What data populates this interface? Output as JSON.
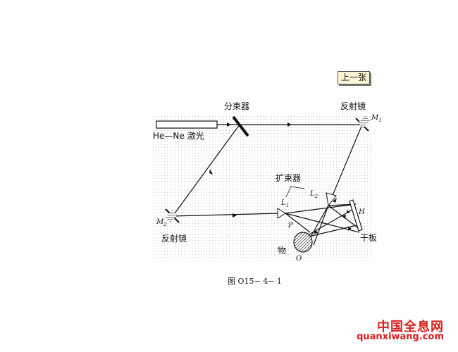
{
  "nav": {
    "prev_button": "上一张"
  },
  "diagram": {
    "laser_label": "He—Ne 激光",
    "beam_splitter_label": "分束器",
    "mirror_m1_label": "反射镜",
    "mirror_m1_symbol": "M",
    "mirror_m1_sub": "1",
    "mirror_m2_label": "反射镜",
    "mirror_m2_symbol": "M",
    "mirror_m2_sub": "2",
    "expander_label": "扩束器",
    "lens_l1_symbol": "L",
    "lens_l1_sub": "1",
    "lens_l2_symbol": "L",
    "lens_l2_sub": "2",
    "plate_symbol": "H",
    "plate_label": "干板",
    "point_p": "P",
    "object_label": "物",
    "object_symbol": "O",
    "caption": "图  O15− 4− 1"
  },
  "watermark": {
    "cn": "中国全息网",
    "url": "quanxiwang.com"
  },
  "colors": {
    "watermark_red": "#d91f1f",
    "button_bg": "#fbf5d6"
  }
}
